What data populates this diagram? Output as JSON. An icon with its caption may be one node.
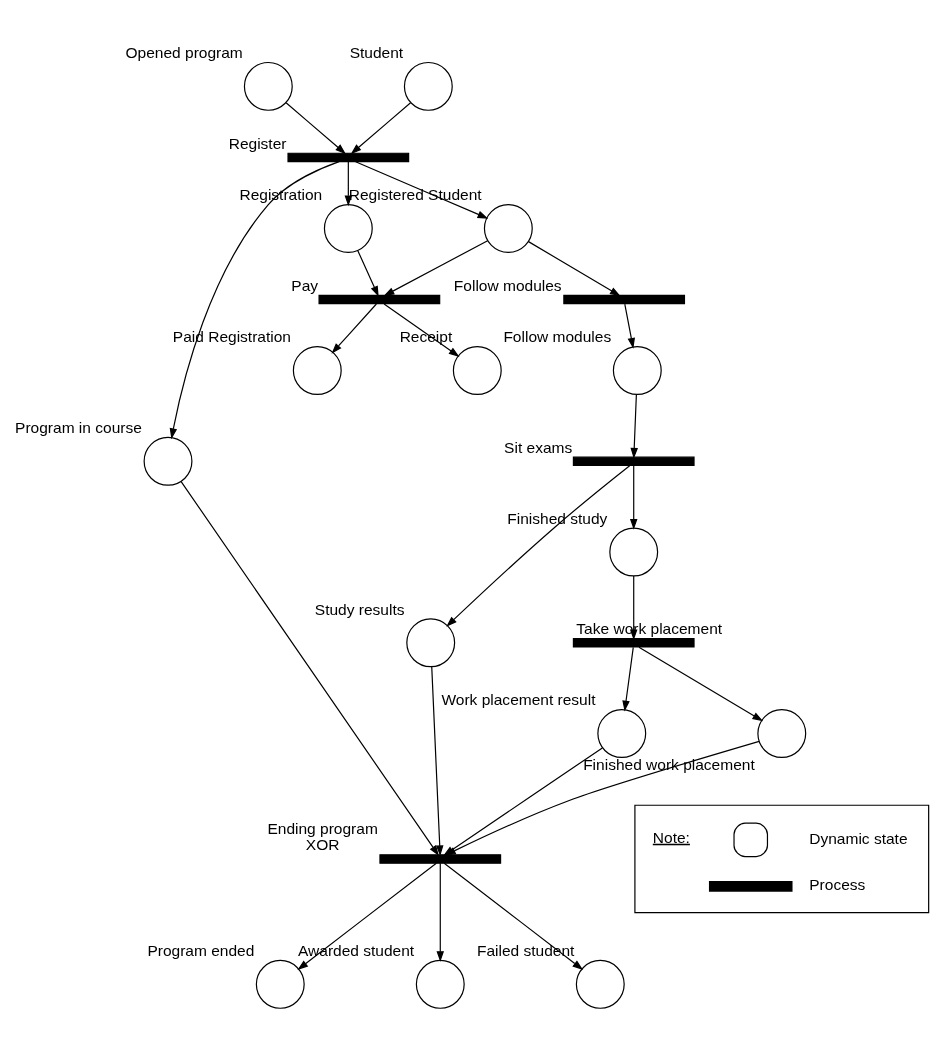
{
  "diagram": {
    "nodes": [
      {
        "text": [],
        "shape": "circle",
        "beside": [
          "Opened program"
        ]
      },
      {
        "text": [],
        "shape": "circle",
        "beside": [
          "Student"
        ]
      },
      {
        "text": [],
        "shape": "bar",
        "beside": [
          "Register"
        ]
      },
      {
        "text": [],
        "shape": "circle",
        "beside": [
          "Program in course"
        ]
      },
      {
        "text": [],
        "shape": "circle",
        "beside": [
          "Registration"
        ]
      },
      {
        "text": [],
        "shape": "circle",
        "beside": [
          "Registered Student"
        ]
      },
      {
        "text": [],
        "shape": "bar",
        "beside": [
          "Pay"
        ]
      },
      {
        "text": [],
        "shape": "circle",
        "beside": [
          "Paid Registration"
        ]
      },
      {
        "text": [],
        "shape": "circle",
        "beside": [
          "Receipt"
        ]
      },
      {
        "text": [],
        "shape": "bar",
        "beside": [
          "Follow modules"
        ]
      },
      {
        "text": [],
        "shape": "circle",
        "beside": [
          "Follow modules"
        ]
      },
      {
        "text": [],
        "shape": "bar",
        "beside": [
          "Sit exams"
        ]
      },
      {
        "text": [],
        "shape": "circle",
        "beside": [
          "Study results"
        ]
      },
      {
        "text": [],
        "shape": "circle",
        "beside": [
          "Finished study"
        ]
      },
      {
        "text": [],
        "shape": "bar",
        "beside": [
          "Take work placement"
        ]
      },
      {
        "text": [],
        "shape": "circle",
        "beside": [
          "Work placement result"
        ]
      },
      {
        "text": [],
        "shape": "circle",
        "beside": [
          "Finished work placement"
        ]
      },
      {
        "text": [],
        "shape": "bar",
        "beside": [
          "Ending program",
          "XOR"
        ]
      },
      {
        "text": [],
        "shape": "circle",
        "beside": [
          "Program ended"
        ]
      },
      {
        "text": [],
        "shape": "circle",
        "beside": [
          "Awarded student"
        ]
      },
      {
        "text": [],
        "shape": "circle",
        "beside": [
          "Failed student"
        ]
      }
    ],
    "edges": [
      {
        "from": 0,
        "to": 2,
        "arrow": "to"
      },
      {
        "from": 1,
        "to": 2,
        "arrow": "to"
      },
      {
        "from": 2,
        "to": 3,
        "arrow": "to"
      },
      {
        "from": 2,
        "to": 4,
        "arrow": "to"
      },
      {
        "from": 2,
        "to": 5,
        "arrow": "to"
      },
      {
        "from": 4,
        "to": 6,
        "arrow": "to"
      },
      {
        "from": 5,
        "to": 6,
        "arrow": "to"
      },
      {
        "from": 6,
        "to": 7,
        "arrow": "to"
      },
      {
        "from": 6,
        "to": 8,
        "arrow": "to"
      },
      {
        "from": 5,
        "to": 9,
        "arrow": "to"
      },
      {
        "from": 9,
        "to": 10,
        "arrow": "to"
      },
      {
        "from": 10,
        "to": 11,
        "arrow": "to"
      },
      {
        "from": 11,
        "to": 12,
        "arrow": "to"
      },
      {
        "from": 11,
        "to": 13,
        "arrow": "to"
      },
      {
        "from": 13,
        "to": 14,
        "arrow": "to"
      },
      {
        "from": 14,
        "to": 15,
        "arrow": "to"
      },
      {
        "from": 14,
        "to": 16,
        "arrow": "to"
      },
      {
        "from": 3,
        "to": 17,
        "arrow": "to"
      },
      {
        "from": 12,
        "to": 17,
        "arrow": "to"
      },
      {
        "from": 15,
        "to": 17,
        "arrow": "to"
      },
      {
        "from": 16,
        "to": 17,
        "arrow": "to"
      },
      {
        "from": 17,
        "to": 18,
        "arrow": "to"
      },
      {
        "from": 17,
        "to": 19,
        "arrow": "to"
      },
      {
        "from": 17,
        "to": 20,
        "arrow": "to"
      }
    ],
    "labels": [
      "Note:"
    ],
    "legend": [
      {
        "text": "Dynamic state"
      },
      {
        "text": "Process"
      }
    ]
  }
}
